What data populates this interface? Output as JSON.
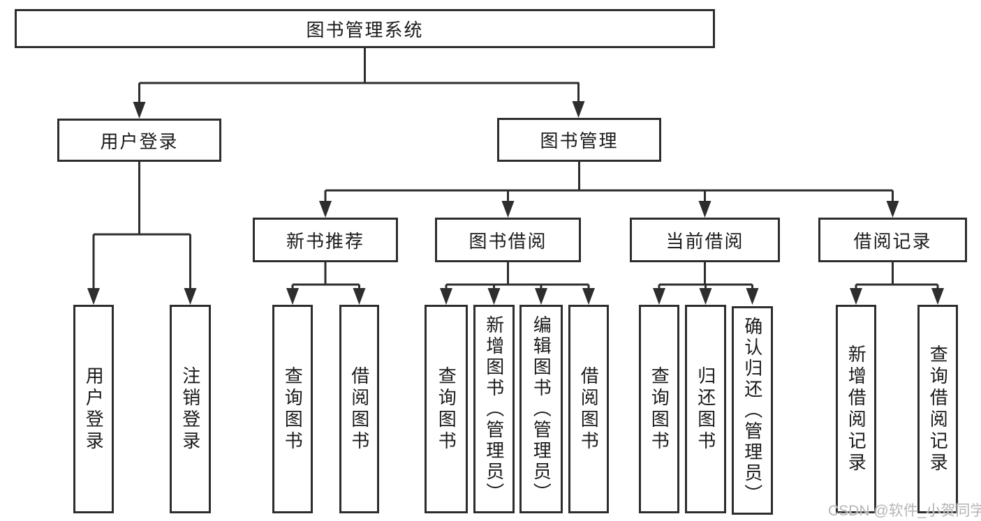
{
  "diagram": {
    "type": "function-structure-tree",
    "root_label": "图书管理系统"
  },
  "nodes": {
    "root": {
      "label": "图书管理系统"
    },
    "level1": [
      {
        "label": "用户登录"
      },
      {
        "label": "图书管理"
      }
    ],
    "level2": [
      {
        "label": "新书推荐",
        "parent": "图书管理"
      },
      {
        "label": "图书借阅",
        "parent": "图书管理"
      },
      {
        "label": "当前借阅",
        "parent": "图书管理"
      },
      {
        "label": "借阅记录",
        "parent": "图书管理"
      }
    ],
    "leaves": [
      {
        "label": "用户登录",
        "parent": "用户登录"
      },
      {
        "label": "注销登录",
        "parent": "用户登录"
      },
      {
        "label": "查询图书",
        "parent": "新书推荐"
      },
      {
        "label": "借阅图书",
        "parent": "新书推荐"
      },
      {
        "label": "查询图书",
        "parent": "图书借阅"
      },
      {
        "label": "新增图书（管理员）",
        "parent": "图书借阅"
      },
      {
        "label": "编辑图书（管理员）",
        "parent": "图书借阅"
      },
      {
        "label": "借阅图书",
        "parent": "图书借阅"
      },
      {
        "label": "查询图书",
        "parent": "当前借阅"
      },
      {
        "label": "归还图书",
        "parent": "当前借阅"
      },
      {
        "label": "确认归还（管理员）",
        "parent": "当前借阅"
      },
      {
        "label": "新增借阅记录",
        "parent": "借阅记录"
      },
      {
        "label": "查询借阅记录",
        "parent": "借阅记录"
      }
    ]
  },
  "watermark": {
    "text": "CSDN @软件_小贺同学",
    "color": "#b5b5b5"
  },
  "colors": {
    "background": "#ffffff",
    "line": "#2d2d2d",
    "box_border": "#2d2d2d",
    "text": "#1a1a1a"
  }
}
